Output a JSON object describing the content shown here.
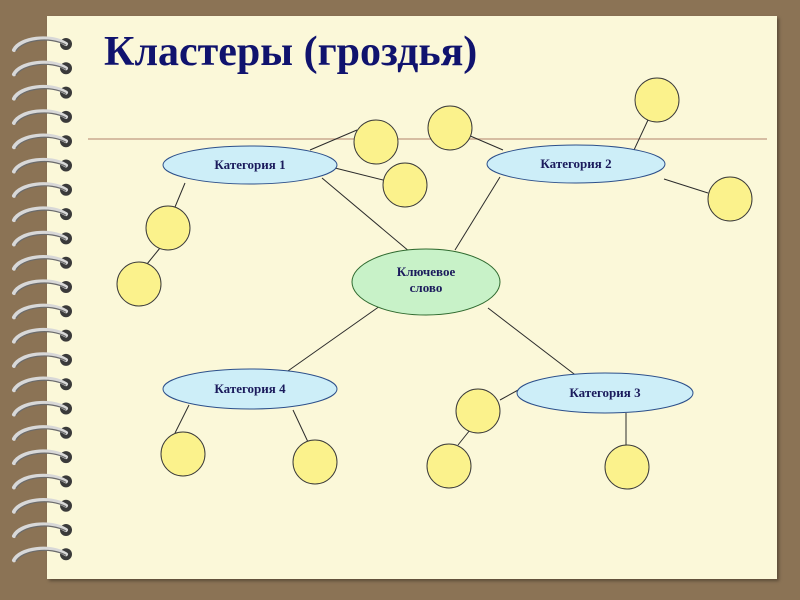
{
  "title": "Кластеры (гроздья)",
  "center": {
    "line1": "Ключевое",
    "line2": "слово"
  },
  "categories": {
    "c1": "Категория 1",
    "c2": "Категория 2",
    "c3": "Категория 3",
    "c4": "Категория 4"
  },
  "colors": {
    "background": "#8b7355",
    "page": "#fbf8d9",
    "title": "#10136e",
    "category_fill": "#cdeef8",
    "center_fill": "#c8f2c8",
    "leaf_fill": "#fbf28c",
    "rule_line": "#c9a98f"
  }
}
